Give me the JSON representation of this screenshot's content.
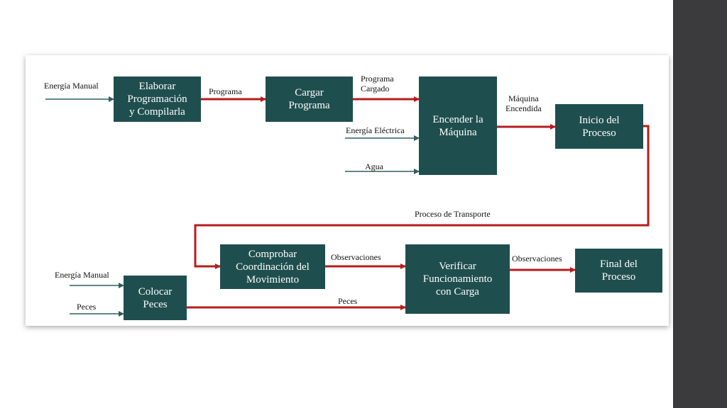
{
  "diagram": {
    "boxes": {
      "elaborar": "Elaborar\nProgramación\ny Compilarla",
      "cargar": "Cargar\nPrograma",
      "encender": "Encender la\nMáquina",
      "inicio": "Inicio del\nProceso",
      "comprobar": "Comprobar\nCoordinación del\nMovimiento",
      "verificar": "Verificar\nFuncionamiento\ncon Carga",
      "final": "Final del\nProceso",
      "colocar": "Colocar\nPeces"
    },
    "labels": {
      "energia_manual_1": "Energía Manual",
      "programa": "Programa",
      "programa_cargado": "Programa\nCargado",
      "energia_electrica": "Energía Eléctrica",
      "agua": "Agua",
      "maquina_encendida": "Máquina\nEncendida",
      "proceso_transporte": "Proceso de Transporte",
      "observaciones_1": "Observaciones",
      "observaciones_2": "Observaciones",
      "energia_manual_2": "Energía Manual",
      "peces_in": "Peces",
      "peces_out": "Peces"
    },
    "colors": {
      "box_fill": "#1f4e4e",
      "flow_arrow": "#b71c1c",
      "input_arrow": "#2f5f5f",
      "panel": "#3b3b3d"
    }
  }
}
